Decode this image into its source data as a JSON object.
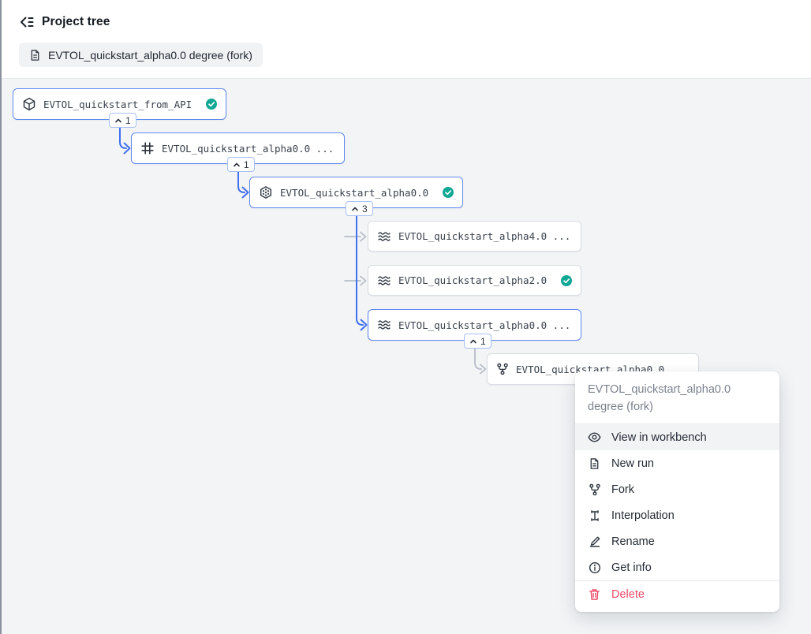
{
  "header": {
    "title": "Project tree",
    "chip_label": "EVTOL_quickstart_alpha0.0 degree (fork)"
  },
  "colors": {
    "accent_blue": "#4170ef",
    "node_border_blue": "#5f88f0",
    "edge_gray": "#b7bdc7",
    "check_green": "#10a894",
    "danger_red": "#ee4a66",
    "canvas_bg": "#f2f4f6"
  },
  "nodes": [
    {
      "label": "EVTOL_quickstart_from_API",
      "icon": "box-icon",
      "selected": true,
      "checked": true
    },
    {
      "label": "EVTOL_quickstart_alpha0.0 ...",
      "icon": "grid-icon",
      "selected": true,
      "checked": false
    },
    {
      "label": "EVTOL_quickstart_alpha0.0 ...",
      "icon": "voxel-icon",
      "selected": true,
      "checked": true
    },
    {
      "label": "EVTOL_quickstart_alpha4.0 ...",
      "icon": "waves-icon",
      "selected": false,
      "checked": false
    },
    {
      "label": "EVTOL_quickstart_alpha2.0 ...",
      "icon": "waves-icon",
      "selected": false,
      "checked": true
    },
    {
      "label": "EVTOL_quickstart_alpha0.0 ...",
      "icon": "waves-icon",
      "selected": true,
      "checked": false
    },
    {
      "label": "EVTOL_quickstart_alpha0.0",
      "icon": "fork-icon",
      "selected": false,
      "checked": false
    }
  ],
  "badges": [
    {
      "count": "1"
    },
    {
      "count": "1"
    },
    {
      "count": "3"
    },
    {
      "count": "1"
    }
  ],
  "context_menu": {
    "header": "EVTOL_quickstart_alpha0.0 degree (fork)",
    "items": [
      {
        "label": "View in workbench",
        "icon": "eye-icon",
        "state": "highlighted"
      },
      {
        "label": "New run",
        "icon": "file-icon",
        "state": "normal"
      },
      {
        "label": "Fork",
        "icon": "fork-icon",
        "state": "normal"
      },
      {
        "label": "Interpolation",
        "icon": "interpolation-icon",
        "state": "normal"
      },
      {
        "label": "Rename",
        "icon": "pencil-icon",
        "state": "normal"
      },
      {
        "label": "Get info",
        "icon": "info-icon",
        "state": "normal"
      },
      {
        "label": "Delete",
        "icon": "trash-icon",
        "state": "danger"
      }
    ]
  }
}
